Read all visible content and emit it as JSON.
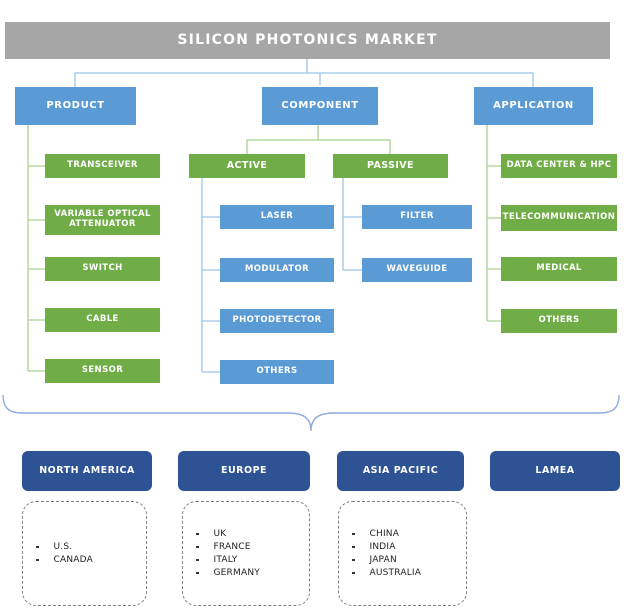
{
  "title": "SILICON PHOTONICS MARKET",
  "tree": {
    "product": {
      "label": "PRODUCT",
      "items": [
        "TRANSCEIVER",
        "VARIABLE OPTICAL ATTENUATOR",
        "SWITCH",
        "CABLE",
        "SENSOR"
      ]
    },
    "component": {
      "label": "COMPONENT",
      "active": {
        "label": "ACTIVE",
        "items": [
          "LASER",
          "MODULATOR",
          "PHOTODETECTOR",
          "OTHERS"
        ]
      },
      "passive": {
        "label": "PASSIVE",
        "items": [
          "FILTER",
          "WAVEGUIDE"
        ]
      }
    },
    "application": {
      "label": "APPLICATION",
      "items": [
        "DATA CENTER & HPC",
        "TELECOMMUNICATION",
        "MEDICAL",
        "OTHERS"
      ]
    }
  },
  "regions": [
    {
      "label": "NORTH AMERICA",
      "countries": [
        "U.S.",
        "CANADA"
      ]
    },
    {
      "label": "EUROPE",
      "countries": [
        "UK",
        "FRANCE",
        "ITALY",
        "GERMANY"
      ]
    },
    {
      "label": "ASIA PACIFIC",
      "countries": [
        "CHINA",
        "INDIA",
        "JAPAN",
        "AUSTRALIA"
      ]
    },
    {
      "label": "LAMEA",
      "countries": []
    }
  ],
  "colors": {
    "banner_gray": "#A6A6A6",
    "level1_blue": "#5B9BD5",
    "segment_green": "#70AD47",
    "region_navy": "#2E5395",
    "connector_blue": "#9DC3E6",
    "connector_green": "#A9D18E",
    "brace_blue": "#8FAADC"
  }
}
